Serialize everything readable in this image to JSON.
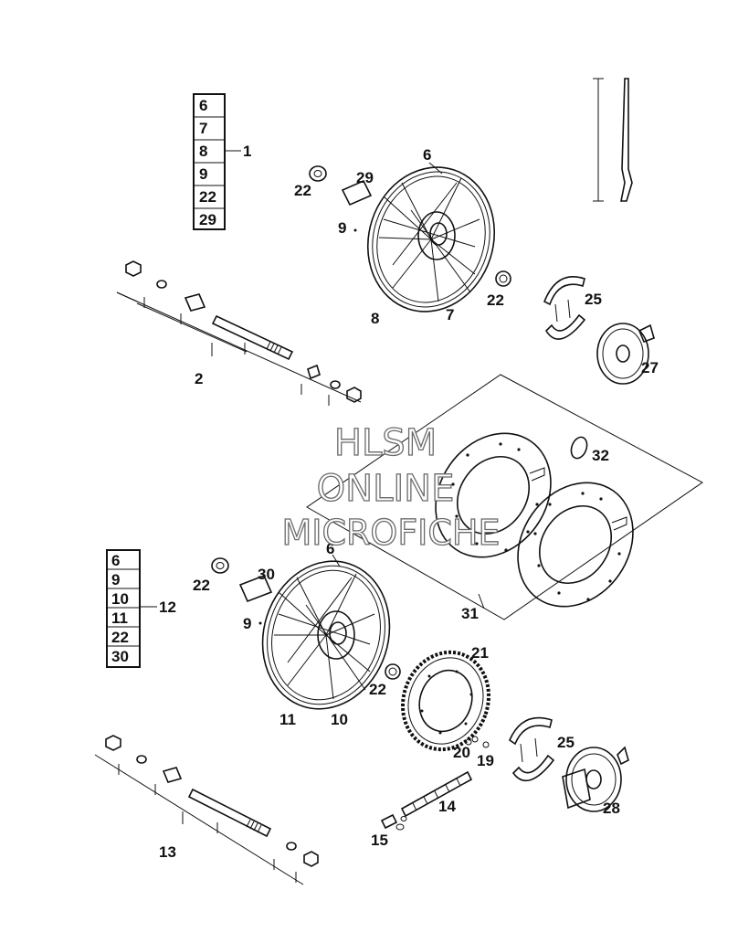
{
  "kit_front": {
    "items": [
      "6",
      "7",
      "8",
      "9",
      "22",
      "29"
    ],
    "callout": "1"
  },
  "kit_rear": {
    "items": [
      "6",
      "9",
      "10",
      "11",
      "22",
      "30"
    ],
    "callout": "12"
  },
  "labels": {
    "l2": "2",
    "l6a": "6",
    "l7": "7",
    "l8": "8",
    "l9a": "9",
    "l22a": "22",
    "l22b": "22",
    "l29": "29",
    "l25a": "25",
    "l27": "27",
    "l31": "31",
    "l32": "32",
    "l6b": "6",
    "l9b": "9",
    "l10": "10",
    "l11": "11",
    "l22c": "22",
    "l30": "30",
    "l21": "21",
    "l20": "20",
    "l19": "19",
    "l25b": "25",
    "l28": "28",
    "l14": "14",
    "l15": "15",
    "l13": "13"
  },
  "watermark": {
    "line1": "HLSM",
    "line2": "ONLINE",
    "line3": "MICROFICHE"
  },
  "colors": {
    "ink": "#111111",
    "watermark_outline": "#6a6a6a"
  }
}
